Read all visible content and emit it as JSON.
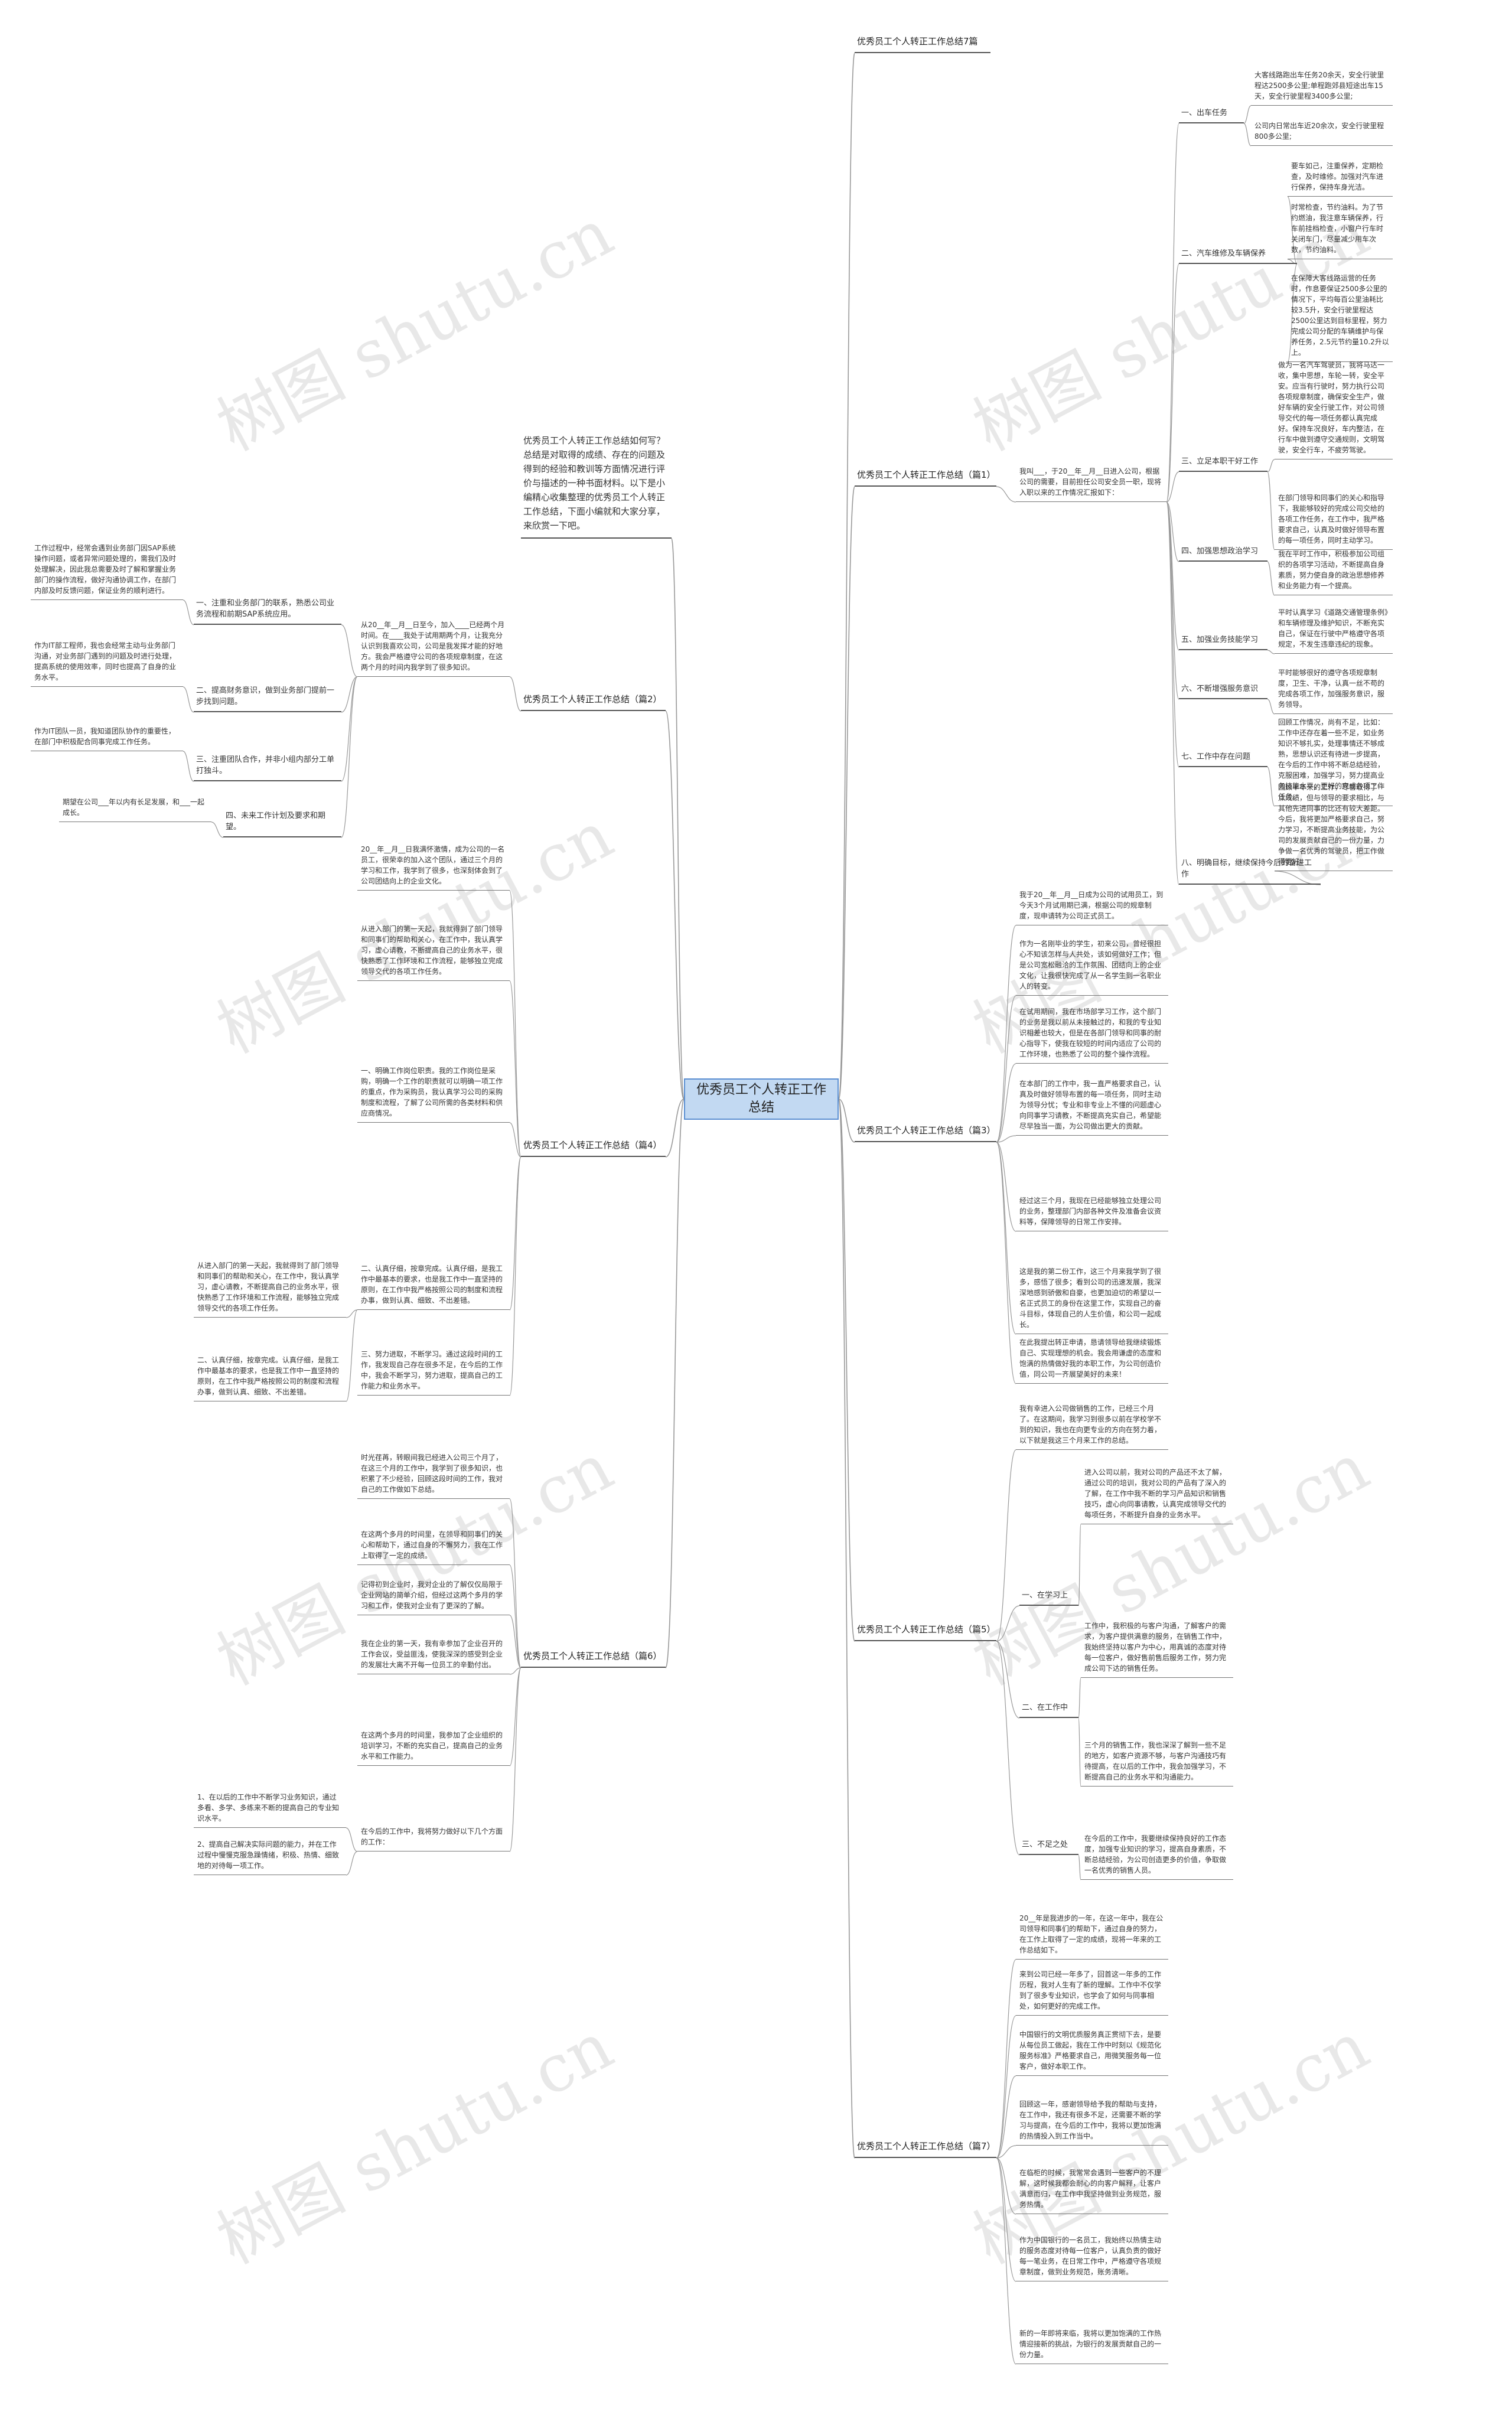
{
  "watermark": "树图 shutu.cn",
  "root": "优秀员工个人转正工作总结",
  "intro": "优秀员工个人转正工作总结如何写？总结是对取得的成绩、存在的问题及得到的经验和教训等方面情况进行评价与描述的一种书面材料。以下是小编精心收集整理的优秀员工个人转正工作总结，下面小编就和大家分享，来欣赏一下吧。",
  "right": [
    {
      "title": "优秀员工个人转正工作总结7篇",
      "sub": [],
      "leaves": []
    },
    {
      "title": "优秀员工个人转正工作总结（篇1）",
      "intro": "我叫___，于20__年__月__日进入公司，根据公司的需要，目前担任公司安全员一职，现将入职以来的工作情况汇报如下：",
      "sub": [
        {
          "label": "一、出车任务",
          "leaves": [
            "大客线路跑出车任务20余天，安全行驶里程达2500多公里;单程跑郊县短途出车15天，安全行驶里程3400多公里;",
            "公司内日常出车近20余次，安全行驶里程800多公里;"
          ]
        },
        {
          "label": "二、汽车维修及车辆保养",
          "leaves": [
            "要车如己，注重保养，定期检查，及时维修。加强对汽车进行保养，保持车身光洁。",
            "时常检查，节约油料。为了节约燃油，我注意车辆保养，行车前挂档检查，小窗户行车时关闭车门，尽量减少用车次数，节约油料。",
            "在保障大客线路运营的任务时，作息要保证2500多公里的情况下，平均每百公里油耗比较3.5升，安全行驶里程达2500公里达到目标里程，努力完成公司分配的车辆维护与保养任务，2.5元节约量10.2升以上。"
          ]
        },
        {
          "label": "三、立足本职干好工作",
          "leaves": [
            "做为一名汽车驾驶员，我将马达一收，集中思想，车轮一转，安全平安。应当有行驶时，努力执行公司各项规章制度，确保安全生产，做好车辆的安全行驶工作，对公司领导交代的每一项任务都认真完成好。保持车况良好，车内整洁，在行车中做到遵守交通规则，文明驾驶，安全行车，不疲劳驾驶。",
            "在部门领导和同事们的关心和指导下，我能够较好的完成公司交给的各项工作任务，在工作中，我严格要求自己，认真及时做好领导布置的每一项任务，同时主动学习。"
          ]
        },
        {
          "label": "四、加强思想政治学习",
          "leaves": [
            "我在平时工作中，积极参加公司组织的各项学习活动，不断提高自身素质，努力使自身的政治思想修养和业务能力有一个提高。"
          ]
        },
        {
          "label": "五、加强业务技能学习",
          "leaves": [
            "平时认真学习《道路交通管理条例》和车辆修理及维护知识，不断充实自己，保证在行驶中严格遵守各项规定，不发生违章违纪的现象。"
          ]
        },
        {
          "label": "六、不断增强服务意识",
          "leaves": [
            "平时能够很好的遵守各项规章制度，卫生、干净，认真一丝不苟的完成各项工作，加强服务意识，服务领导。"
          ]
        },
        {
          "label": "七、工作中存在问题",
          "leaves": [
            "回顾工作情况，尚有不足，比如：工作中还存在着一些不足，如业务知识不够扎实，处理事情还不够成熟，思想认识还有待进一步提高，在今后的工作中将不断总结经验，克服困难，加强学习，努力提高业务技能水平，更好的完成各项工作任务。"
          ]
        },
        {
          "label": "八、明确目标，继续保持今后的奋进工作",
          "leaves": [
            "回顾半年来的工作，尽管取得了一点成绩，但与领导的要求相比，与其他先进同事的比还有较大差距。今后，我将更加严格要求自己，努力学习，不断提高业务技能，为公司的发展贡献自己的一份力量，力争做一名优秀的驾驶员，把工作做得更好。"
          ]
        }
      ]
    },
    {
      "title": "优秀员工个人转正工作总结（篇3）",
      "sub": [],
      "leaves": [
        "我于20__年__月__日成为公司的试用员工，到今天3个月试用期已满，根据公司的规章制度，现申请转为公司正式员工。",
        "作为一名刚毕业的学生，初来公司，曾经很担心不知该怎样与人共处，该如何做好工作；但是公司宽松融洽的工作氛围、团结向上的企业文化，让我很快完成了从一名学生到一名职业人的转变。",
        "在试用期间，我在市场部学习工作，这个部门的业务是我以前从未接触过的，和我的专业知识相差也较大，但是在各部门领导和同事的耐心指导下，使我在较短的时间内适应了公司的工作环境，也熟悉了公司的整个操作流程。",
        "在本部门的工作中，我一直严格要求自己，认真及时做好领导布置的每一项任务，同时主动为领导分忧；专业和非专业上不懂的问题虚心向同事学习请教，不断提高充实自己，希望能尽早独当一面，为公司做出更大的贡献。",
        "经过这三个月，我现在已经能够独立处理公司的业务，整理部门内部各种文件及准备会议资料等，保障领导的日常工作安排。",
        "这是我的第二份工作，这三个月来我学到了很多，感悟了很多；看到公司的迅速发展，我深深地感到骄傲和自豪，也更加迫切的希望以一名正式员工的身份在这里工作，实现自己的奋斗目标，体现自己的人生价值，和公司一起成长。",
        "在此我提出转正申请，恳请领导给我继续锻炼自己、实现理想的机会。我会用谦虚的态度和饱满的热情做好我的本职工作，为公司创造价值，同公司一齐展望美好的未来！"
      ]
    },
    {
      "title": "优秀员工个人转正工作总结（篇5）",
      "intro": "我有幸进入公司做销售的工作，已经三个月了。在这期间，我学习到很多以前在学校学不到的知识，我也在向更专业的方向在努力着，以下就是我这三个月来工作的总结。",
      "sub": [
        {
          "label": "一、在学习上",
          "leaves": [
            "进入公司以前，我对公司的产品还不太了解，通过公司的培训，我对公司的产品有了深入的了解，在工作中我不断的学习产品知识和销售技巧，虚心向同事请教，认真完成领导交代的每项任务，不断提升自身的业务水平。"
          ]
        },
        {
          "label": "二、在工作中",
          "leaves": [
            "工作中，我积极的与客户沟通，了解客户的需求，为客户提供满意的服务，在销售工作中，我始终坚持以客户为中心，用真诚的态度对待每一位客户，做好售前售后服务工作，努力完成公司下达的销售任务。",
            "三个月的销售工作，我也深深了解到一些不足的地方，如客户资源不够，与客户沟通技巧有待提高，在以后的工作中，我会加强学习，不断提高自己的业务水平和沟通能力。"
          ]
        },
        {
          "label": "三、不足之处",
          "leaves": [
            "在今后的工作中，我要继续保持良好的工作态度，加强专业知识的学习，提高自身素质，不断总结经验，为公司创造更多的价值，争取做一名优秀的销售人员。"
          ]
        }
      ]
    },
    {
      "title": "优秀员工个人转正工作总结（篇7）",
      "sub": [],
      "leaves": [
        "20__年是我进步的一年，在这一年中，我在公司领导和同事们的帮助下，通过自身的努力，在工作上取得了一定的成绩，现将一年来的工作总结如下。",
        "来到公司已经一年多了，回首这一年多的工作历程，我对人生有了新的理解。工作中不仅学到了很多专业知识，也学会了如何与同事相处，如何更好的完成工作。",
        "中国银行的文明优质服务真正贯彻下去，是要从每位员工做起，我在工作中时刻以《规范化服务标准》严格要求自己，用微笑服务每一位客户，做好本职工作。",
        "回顾这一年，感谢领导给予我的帮助与支持，在工作中，我还有很多不足，还需要不断的学习与提高，在今后的工作中，我将以更加饱满的热情投入到工作当中。",
        "在临柜的时候，我常常会遇到一些客户的不理解，这时候我都会耐心的向客户解释，让客户满意而归，在工作中我坚持做到业务规范，服务热情。",
        "作为中国银行的一名员工，我始终以热情主动的服务态度对待每一位客户，认真负责的做好每一笔业务，在日常工作中，严格遵守各项规章制度，做到业务规范，账务清晰。",
        "新的一年即将来临，我将以更加饱满的工作热情迎接新的挑战，为银行的发展贡献自己的一份力量。"
      ]
    }
  ],
  "left": [
    {
      "title": "优秀员工个人转正工作总结（篇2）",
      "intro": "从20__年__月__日至今，加入____已经两个月时间。在____我处于试用期两个月，让我充分认识到我喜欢公司，公司是我发挥才能的好地方。我会严格遵守公司的各项规章制度，在这两个月的时间内我学到了很多知识。",
      "sub": [
        {
          "label": "一、注重和业务部门的联系，熟悉公司业务流程和前期SAP系统应用。",
          "leaves": [
            "工作过程中，经常会遇到业务部门因SAP系统操作问题，或者异常问题处理的，需我们及时处理解决，因此我总需要及时了解和掌握业务部门的操作流程，做好沟通协调工作，在部门内部及时反馈问题，保证业务的顺利进行。"
          ]
        },
        {
          "label": "二、提高财务意识，做到业务部门提前一步找到问题。",
          "leaves": [
            "作为IT部工程师，我也会经常主动与业务部门沟通，对业务部门遇到的问题及时进行处理，提高系统的使用效率，同时也提高了自身的业务水平。"
          ]
        },
        {
          "label": "三、注重团队合作，并非小组内部分工单打独斗。",
          "leaves": [
            "作为IT团队一员，我知道团队协作的重要性，在部门中积极配合同事完成工作任务。"
          ]
        },
        {
          "label": "四、未来工作计划及要求和期望。",
          "leaves": [
            "期望在公司___年以内有长足发展，和___一起成长。"
          ]
        }
      ]
    },
    {
      "title": "优秀员工个人转正工作总结（篇4）",
      "leaves": [
        "20__年__月__日我满怀激情，成为公司的一名员工，很荣幸的加入这个团队，通过三个月的学习和工作，我学到了很多，也深刻体会到了公司团结向上的企业文化。",
        "从进入部门的第一天起，我就得到了部门领导和同事们的帮助和关心，在工作中，我认真学习，虚心请教，不断提高自己的业务水平，很快熟悉了工作环境和工作流程，能够独立完成领导交代的各项工作任务。",
        "一、明确工作岗位职责。我的工作岗位是采购，明确一个工作的职责就可以明确一项工作的重点，作为采购员，我认真学习公司的采购制度和流程，了解了公司所需的各类材料和供应商情况。",
        "二、认真仔细，按章完成。认真仔细，是我工作中最基本的要求，也是我工作中一直坚持的原则，在工作中我严格按照公司的制度和流程办事，做到认真、细致、不出差错。",
        "三、努力进取，不断学习。通过这段时间的工作，我发现自己存在很多不足，在今后的工作中，我会不断学习，努力进取，提高自己的工作能力和业务水平。"
      ]
    },
    {
      "title": "优秀员工个人转正工作总结（篇6）",
      "leaves": [
        "时光荏苒，转眼间我已经进入公司三个月了，在这三个月的工作中，我学到了很多知识，也积累了不少经验，回顾这段时间的工作，我对自己的工作做如下总结。",
        "在这两个多月的时间里，在领导和同事们的关心和帮助下，通过自身的不懈努力，我在工作上取得了一定的成绩。",
        "记得初到企业时，我对企业的了解仅仅局限于企业网站的简单介绍，但经过这两个多月的学习和工作，使我对企业有了更深的了解。",
        "我在企业的第一天，我有幸参加了企业召开的工作会议，受益匪浅，使我深深的感受到企业的发展壮大离不开每一位员工的辛勤付出。",
        "在这两个多月的时间里，我参加了企业组织的培训学习，不断的充实自己，提高自己的业务水平和工作能力。",
        "在今后的工作中，我将努力做好以下几个方面的工作："
      ],
      "sub": [
        {
          "label": "1、在以后的工作中不断学习业务知识，通过多看、多学、多练来不断的提高自己的专业知识水平。",
          "leaves": []
        },
        {
          "label": "2、提高自己解决实际问题的能力，并在工作过程中慢慢克服急躁情绪，积极、热情、细致地的对待每一项工作。",
          "leaves": []
        }
      ]
    }
  ]
}
